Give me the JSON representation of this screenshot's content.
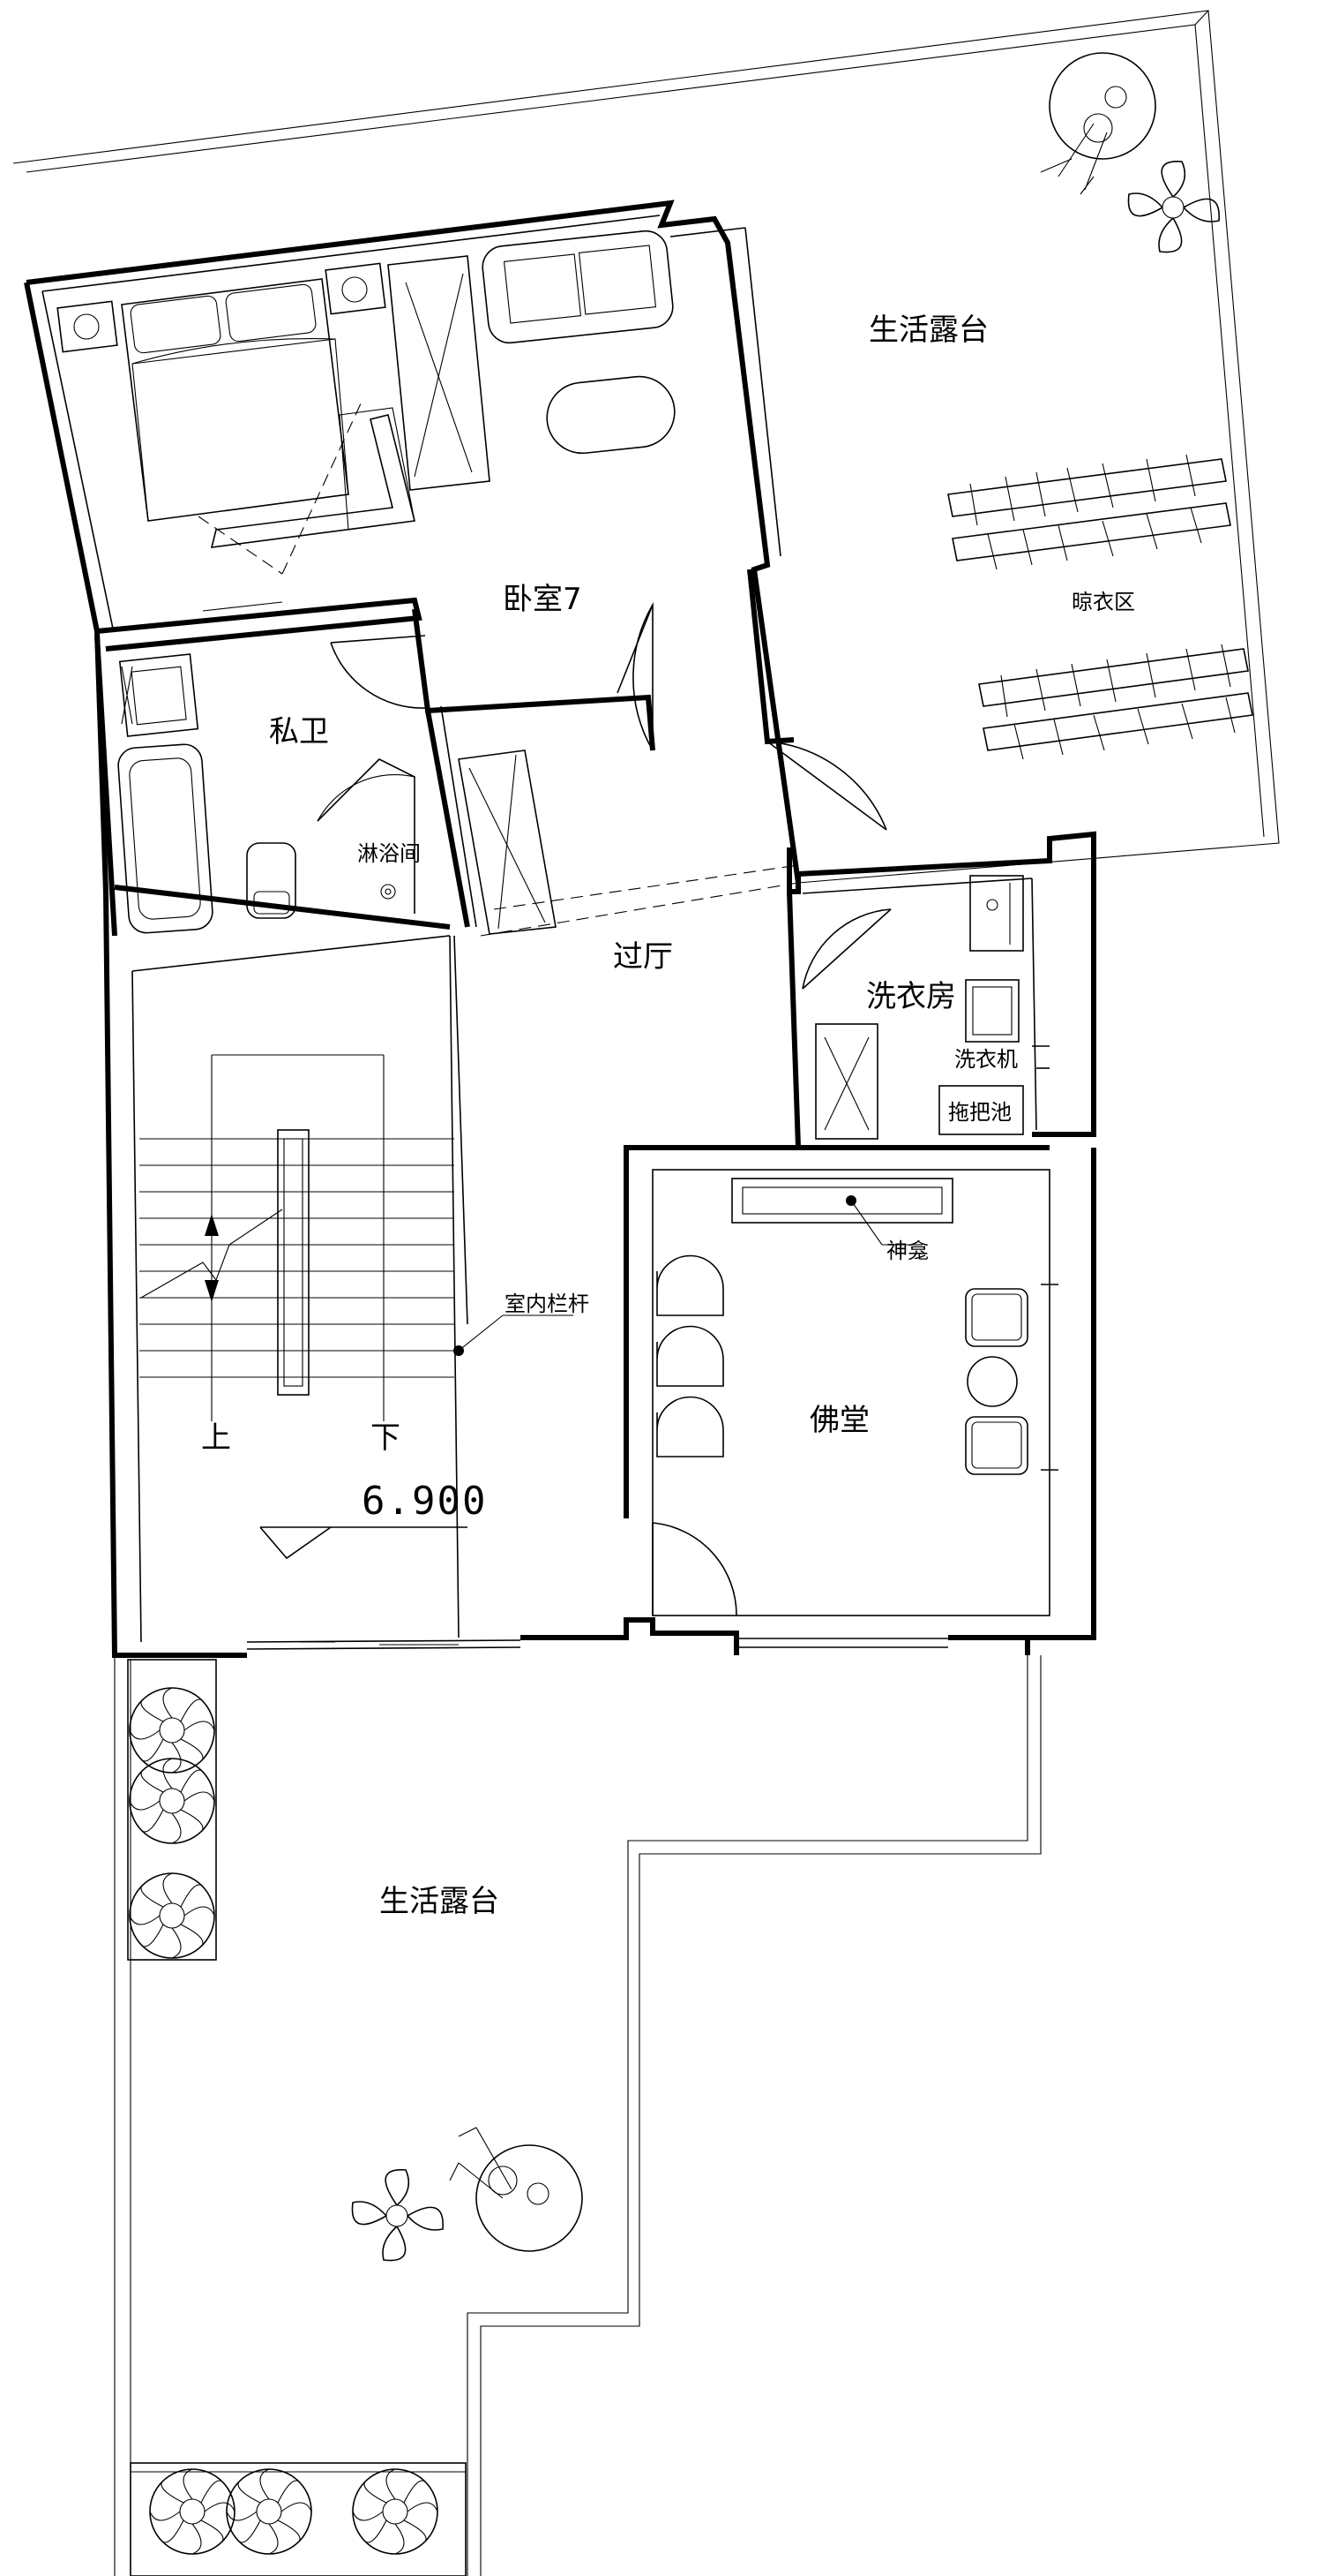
{
  "rooms": {
    "terrace_top": "生活露台",
    "drying_area": "晾衣区",
    "bedroom": "卧室7",
    "bathroom": "私卫",
    "shower": "淋浴间",
    "hall": "过厅",
    "laundry": "洗衣房",
    "washer": "洗衣机",
    "mop_sink": "拖把池",
    "shrine": "神龛",
    "buddha_hall": "佛堂",
    "railing": "室内栏杆",
    "stair_up": "上",
    "stair_down": "下",
    "elevation": "6.900",
    "terrace_bottom": "生活露台"
  }
}
